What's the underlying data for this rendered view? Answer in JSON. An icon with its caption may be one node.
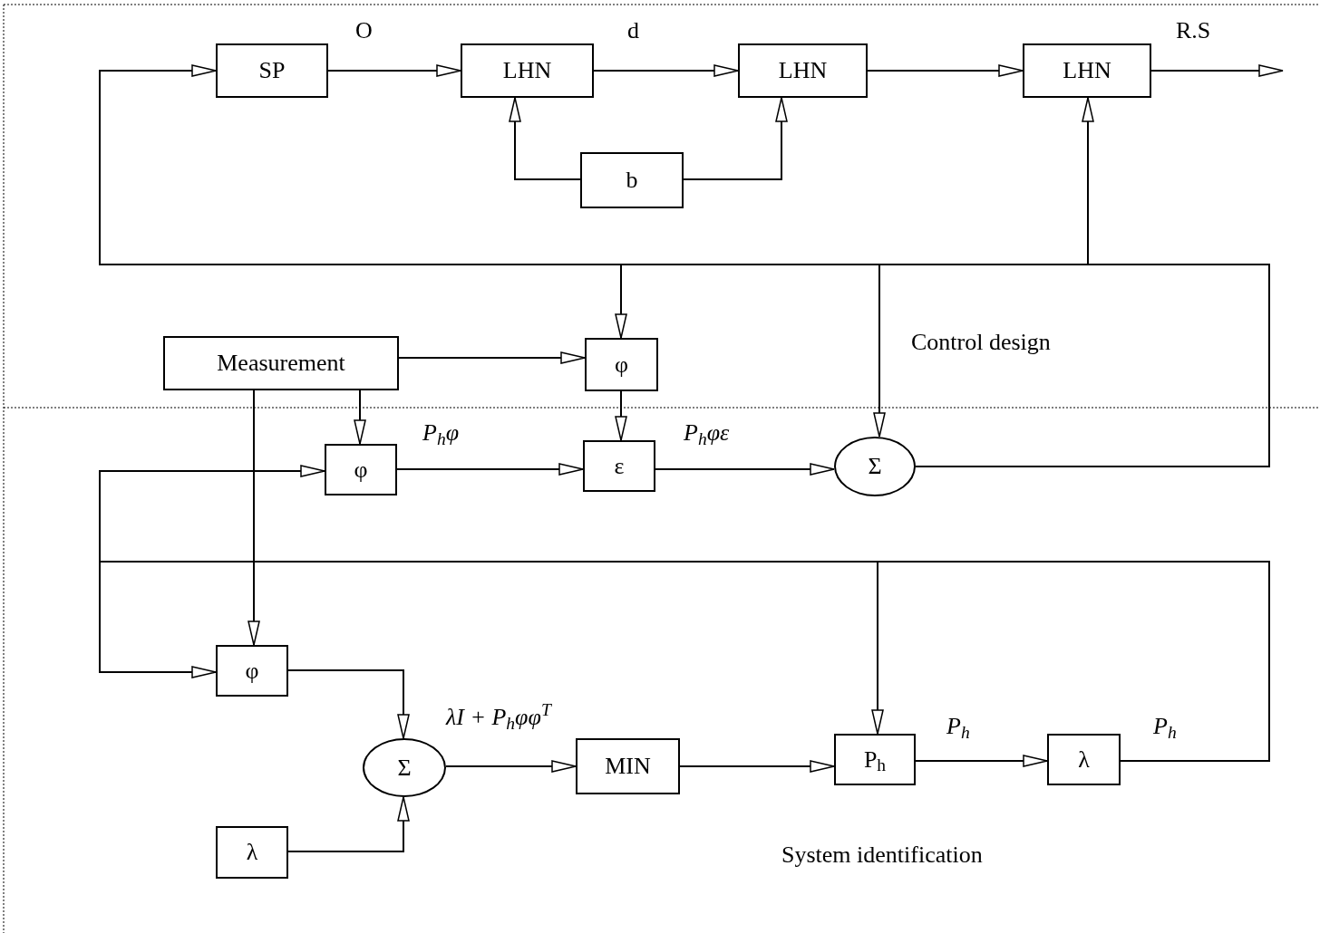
{
  "diagram": {
    "nodes": [
      {
        "text": [
          "SP"
        ]
      },
      {
        "text": [
          "LHN"
        ]
      },
      {
        "text": [
          "LHN"
        ]
      },
      {
        "text": [
          "LHN"
        ]
      },
      {
        "text": [
          "b"
        ]
      },
      {
        "text": [
          "Measurement"
        ]
      },
      {
        "text": [
          "φ"
        ]
      },
      {
        "text": [
          "φ"
        ]
      },
      {
        "text": [
          "ε"
        ]
      },
      {
        "text": [
          "Σ"
        ]
      },
      {
        "text": [
          "φ"
        ]
      },
      {
        "text": [
          "Σ"
        ]
      },
      {
        "text": [
          "MIN"
        ]
      },
      {
        "text": [
          "P$_{h}$"
        ]
      },
      {
        "text": [
          "λ"
        ]
      },
      {
        "text": [
          "λ"
        ]
      }
    ],
    "edges": [
      {
        "from": 0,
        "to": 1,
        "arrow": "to",
        "label": "O"
      },
      {
        "from": 1,
        "to": 2,
        "arrow": "to",
        "label": "d"
      },
      {
        "from": 2,
        "to": 3,
        "arrow": "to"
      },
      {
        "from": 3,
        "to": null,
        "arrow": "to",
        "label": "R.S"
      },
      {
        "from": 4,
        "to": 1,
        "arrow": "to"
      },
      {
        "from": 4,
        "to": 2,
        "arrow": "to"
      },
      {
        "from": 9,
        "to": 0,
        "arrow": "to"
      },
      {
        "from": 9,
        "to": 3,
        "arrow": "to"
      },
      {
        "from": 9,
        "to": 6,
        "arrow": "to"
      },
      {
        "from": 9,
        "to": 9,
        "arrow": "to"
      },
      {
        "from": 5,
        "to": 6,
        "arrow": "to"
      },
      {
        "from": 5,
        "to": 7,
        "arrow": "to"
      },
      {
        "from": 5,
        "to": 10,
        "arrow": "to"
      },
      {
        "from": 6,
        "to": 8,
        "arrow": "to"
      },
      {
        "from": 7,
        "to": 8,
        "arrow": "to",
        "label": "P$_{h}$φ"
      },
      {
        "from": 8,
        "to": 9,
        "arrow": "to",
        "label": "P$_{h}$φε"
      },
      {
        "from": 14,
        "to": 7,
        "arrow": "to"
      },
      {
        "from": 14,
        "to": 10,
        "arrow": "to"
      },
      {
        "from": 14,
        "to": 13,
        "arrow": "to",
        "label": "P$_{h}$"
      },
      {
        "from": 10,
        "to": 11,
        "arrow": "to"
      },
      {
        "from": 15,
        "to": 11,
        "arrow": "to"
      },
      {
        "from": 11,
        "to": 12,
        "arrow": "to",
        "label": "λI + P$_{h}$φφ$^{T}$"
      },
      {
        "from": 12,
        "to": 13,
        "arrow": "to"
      },
      {
        "from": 13,
        "to": 14,
        "arrow": "to",
        "label": "P$_{h}$"
      }
    ],
    "labels": [
      "Control design",
      "System identification"
    ]
  }
}
